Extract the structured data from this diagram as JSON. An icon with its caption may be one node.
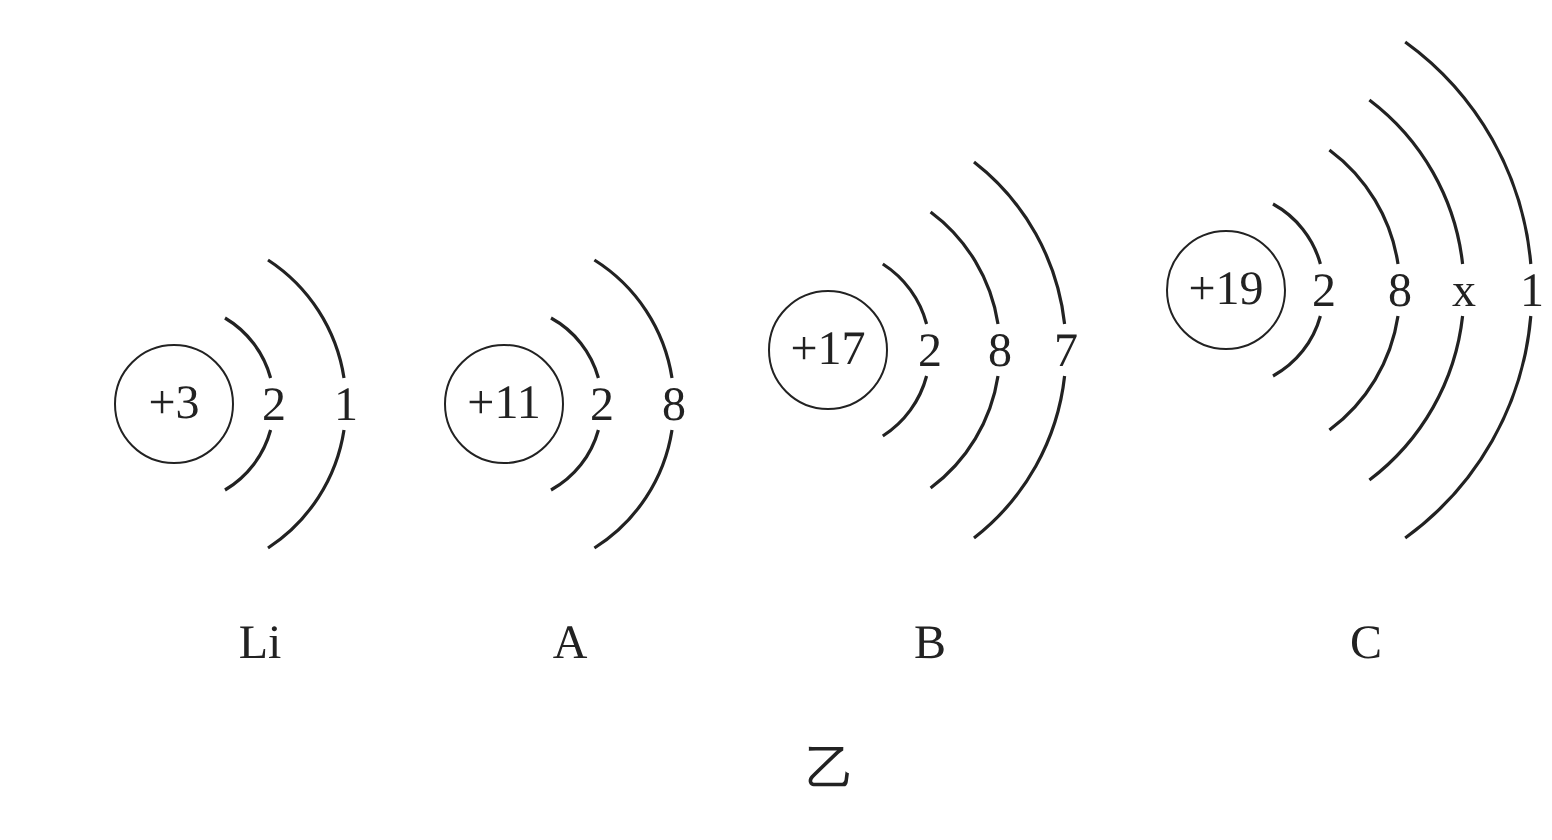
{
  "diagram": {
    "caption": "乙",
    "nodes": [
      {
        "text": [
          "+3"
        ],
        "beside": [
          "2",
          "1"
        ]
      },
      {
        "text": [
          "+11"
        ],
        "beside": [
          "2",
          "8"
        ]
      },
      {
        "text": [
          "+17"
        ],
        "beside": [
          "2",
          "8",
          "7"
        ]
      },
      {
        "text": [
          "+19"
        ],
        "beside": [
          "2",
          "8",
          "x",
          "1"
        ]
      }
    ],
    "labels": [
      "Li",
      "A",
      "B",
      "C"
    ]
  }
}
